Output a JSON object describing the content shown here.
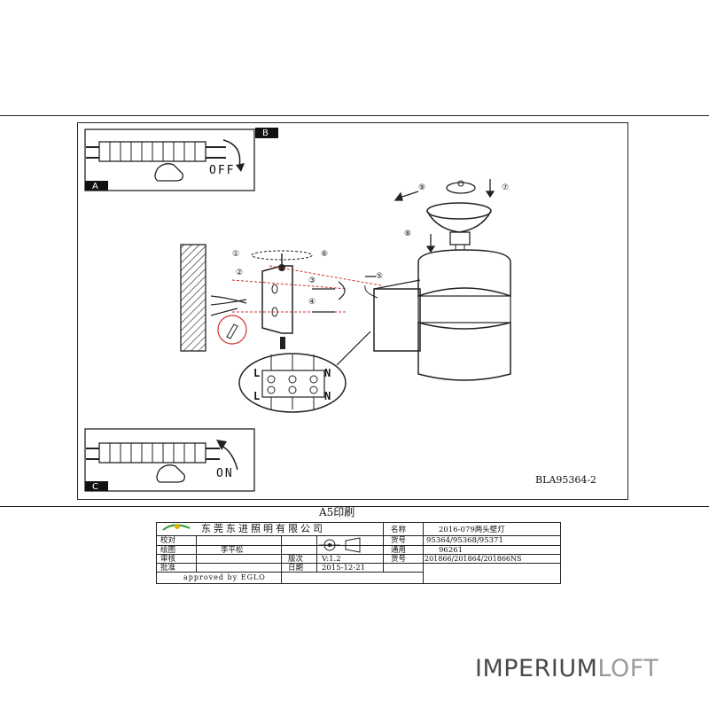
{
  "inset_labels": {
    "a": "A",
    "b": "B",
    "c": "C"
  },
  "switch_labels": {
    "off": "OFF",
    "on": "ON"
  },
  "steps": [
    "①",
    "②",
    "③",
    "④",
    "⑤",
    "⑥",
    "⑦",
    "⑧",
    "⑨"
  ],
  "wiring_labels": {
    "l": "L",
    "n": "N"
  },
  "drawing_number": "BLA95364-2",
  "print_format": "A5印刷",
  "title_block": {
    "company": "东莞东进照明有限公司",
    "rows_left": [
      "校对",
      "绘图",
      "审核",
      "批准"
    ],
    "drafter": "李平松",
    "version_label": "版次",
    "version": "V:1.2",
    "date_label": "日期",
    "date": "2015-12-21",
    "approved": "approved by EGLO",
    "name_label": "名称",
    "name": "2016-079两头壁灯",
    "item_label": "货号",
    "item": "95364/95368/95371",
    "applicable_label": "通用",
    "applicable_code": "96261",
    "applicable_item_label": "货号",
    "applicable_items": "201866/201864/201866NS"
  },
  "watermark": {
    "part1": "IMPERIUM",
    "part2": "LOFT",
    "color1": "#4a4a4a",
    "color2": "#9a9a9a"
  }
}
